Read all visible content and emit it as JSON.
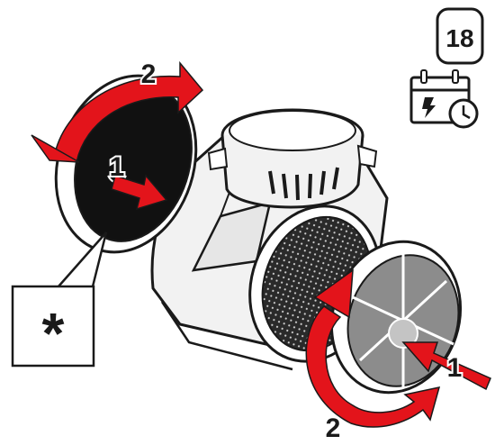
{
  "step": {
    "number": "18"
  },
  "labels": {
    "rotate": "2",
    "push": "1",
    "note_symbol": "*"
  },
  "icons": {
    "step_badge": "step-number-badge",
    "schedule": "calendar-clock-icon",
    "note": "asterisk-note-icon"
  },
  "colors": {
    "arrow": "#e3141b",
    "outline": "#1a1a1a",
    "housing": "#f2f2f2",
    "filter_dark": "#111111",
    "filter_grey": "#8c8c8c"
  }
}
